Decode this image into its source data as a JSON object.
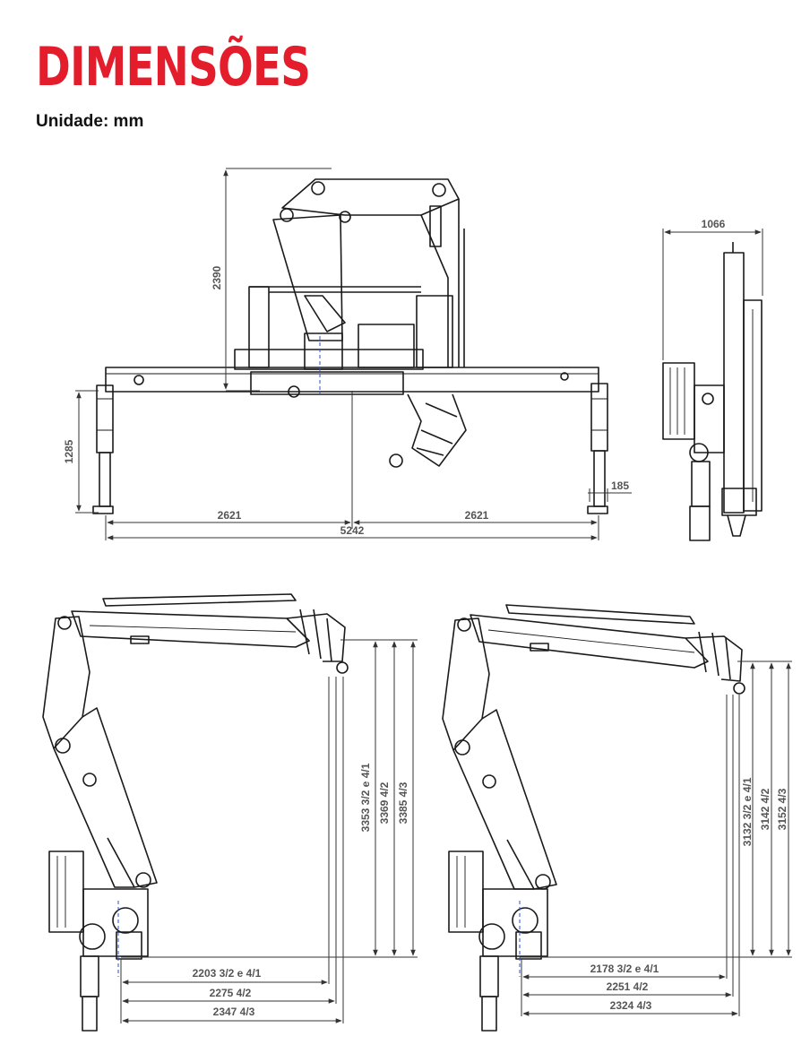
{
  "title": "DIMENSÕES",
  "unit_label": "Unidade: mm",
  "front_view": {
    "height": "2390",
    "leg_height": "1285",
    "half_left": "2621",
    "half_right": "2621",
    "total_width": "5242",
    "foot": "185"
  },
  "side_view": {
    "width": "1066"
  },
  "reach_left": {
    "heights": [
      "3353 3/2 e 4/1",
      "3369 4/2",
      "3385 4/3"
    ],
    "reaches": [
      "2203 3/2 e 4/1",
      "2275 4/2",
      "2347 4/3"
    ]
  },
  "reach_right": {
    "heights": [
      "3132 3/2 e 4/1",
      "3142 4/2",
      "3152 4/3"
    ],
    "reaches": [
      "2178 3/2 e 4/1",
      "2251 4/2",
      "2324 4/3"
    ]
  },
  "colors": {
    "title": "#e31d2b",
    "centerline": "#2a4fd0"
  }
}
